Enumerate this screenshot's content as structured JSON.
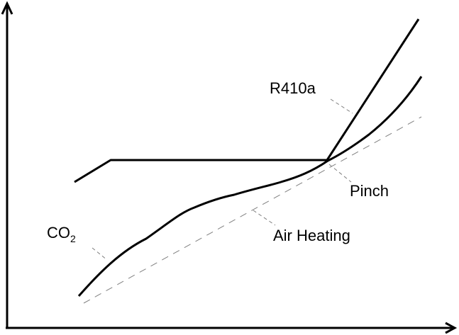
{
  "diagram": {
    "labels": {
      "r410a": "R410a",
      "pinch": "Pinch",
      "air_heating": "Air Heating",
      "co2_main": "CO",
      "co2_sub": "2"
    },
    "colors": {
      "line": "#000000",
      "dashed": "#808080"
    }
  }
}
